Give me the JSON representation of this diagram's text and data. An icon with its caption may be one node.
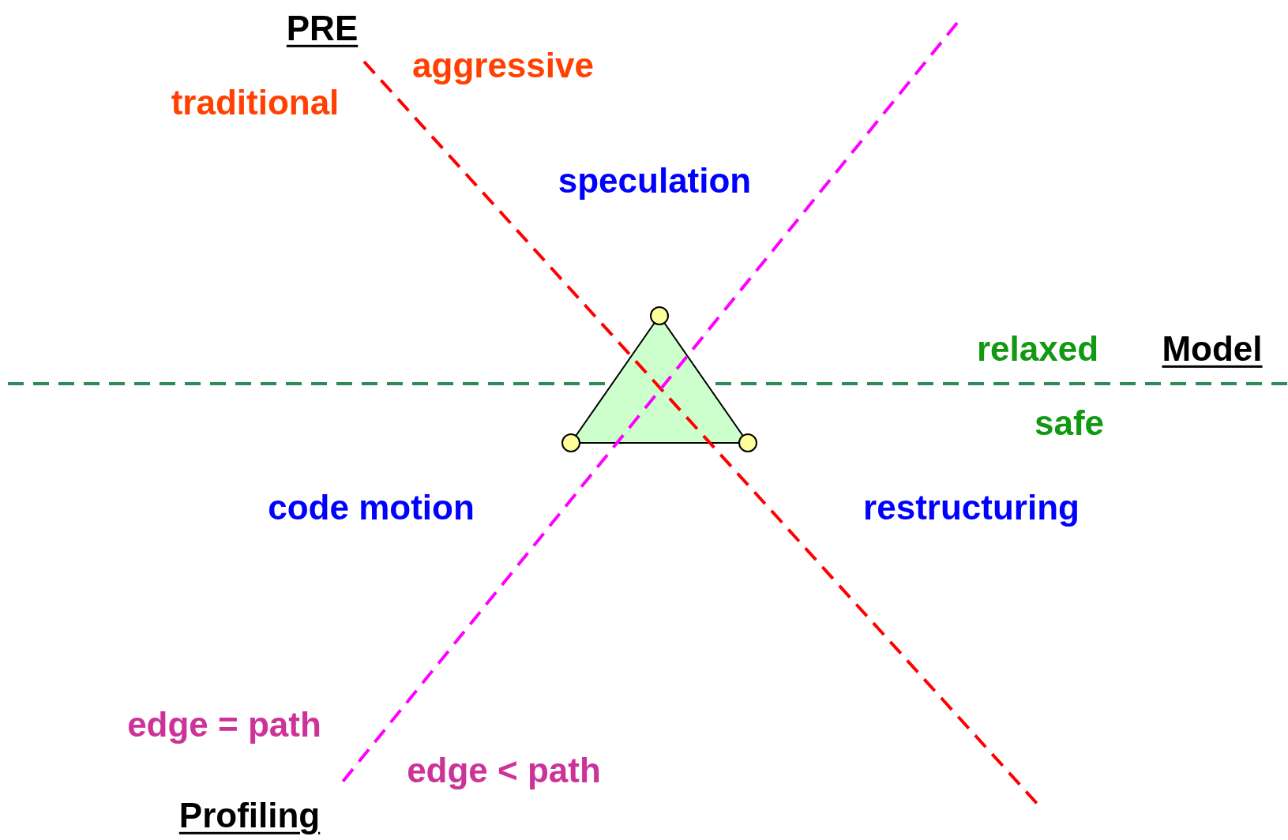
{
  "diagram": {
    "labels": [
      "PRE",
      "aggressive",
      "traditional",
      "speculation",
      "relaxed",
      "Model",
      "safe",
      "code motion",
      "restructuring",
      "edge = path",
      "edge < path",
      "Profiling"
    ]
  }
}
